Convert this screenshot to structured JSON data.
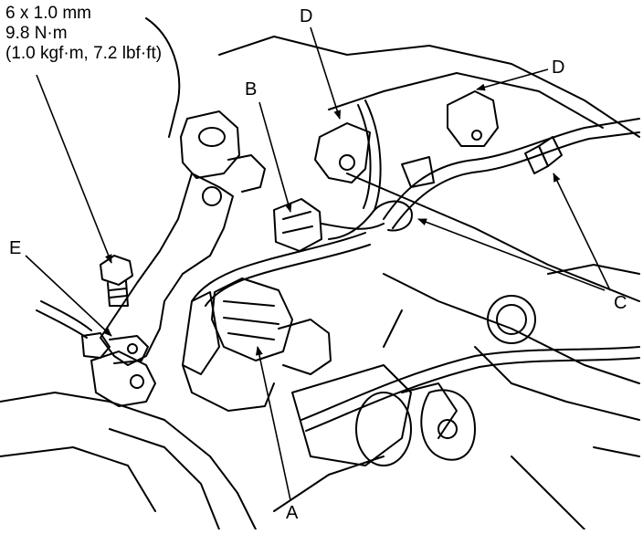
{
  "spec": {
    "line1": "6 x 1.0 mm",
    "line2": "9.8 N·m",
    "line3": "(1.0 kgf·m, 7.2 lbf·ft)"
  },
  "callouts": {
    "a": "A",
    "b": "B",
    "c": "C",
    "d_top": "D",
    "d_right": "D",
    "e": "E"
  }
}
